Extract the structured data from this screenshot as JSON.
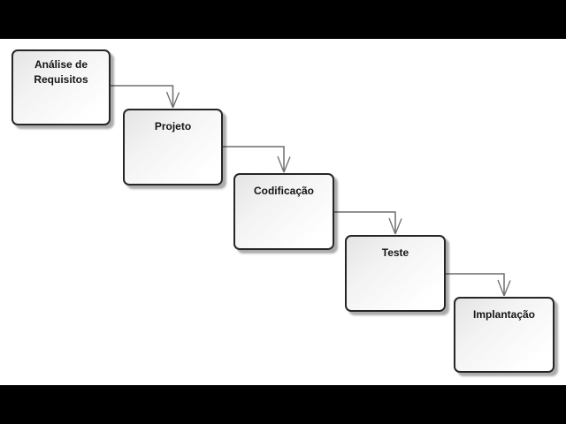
{
  "diagram": {
    "type": "flowchart",
    "model": "waterfall-steps",
    "nodes": [
      {
        "id": "analise-requisitos",
        "label": "Análise de\nRequisitos"
      },
      {
        "id": "projeto",
        "label": "Projeto"
      },
      {
        "id": "codificacao",
        "label": "Codificação"
      },
      {
        "id": "teste",
        "label": "Teste"
      },
      {
        "id": "implantacao",
        "label": "Implantação"
      }
    ],
    "connections": [
      {
        "from": "analise-requisitos",
        "to": "projeto"
      },
      {
        "from": "projeto",
        "to": "codificacao"
      },
      {
        "from": "codificacao",
        "to": "teste"
      },
      {
        "from": "teste",
        "to": "implantacao"
      }
    ],
    "colors": {
      "canvas_background": "#ffffff",
      "letterbox": "#000000",
      "node_border": "#262626",
      "node_fill_light": "#e4e4e4",
      "node_fill_white": "#ffffff",
      "node_text": "#141414",
      "connector_line": "#6e6e6e",
      "shadow": "#a8a8a8"
    }
  }
}
